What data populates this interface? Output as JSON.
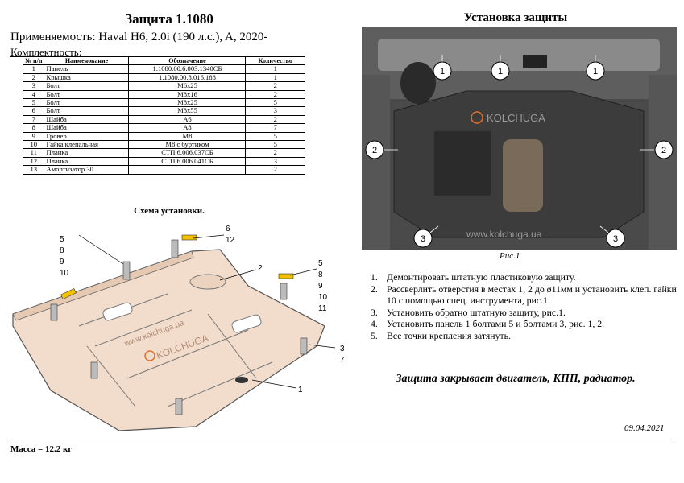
{
  "title": "Защита 1.1080",
  "applicability": "Применяемость: Haval H6, 2.0i (190 л.с.), A, 2020-",
  "kit_label": "Комплектность:",
  "table": {
    "headers": [
      "№ п/п",
      "Наименование",
      "Обозначение",
      "Количество"
    ],
    "rows": [
      [
        "1",
        "Панель",
        "1.1080.00.6.003.1340СБ",
        "1"
      ],
      [
        "2",
        "Крышка",
        "1.1080.00.8.016.188",
        "1"
      ],
      [
        "3",
        "Болт",
        "М6х25",
        "2"
      ],
      [
        "4",
        "Болт",
        "М8х16",
        "2"
      ],
      [
        "5",
        "Болт",
        "М8х25",
        "5"
      ],
      [
        "6",
        "Болт",
        "М8х55",
        "3"
      ],
      [
        "7",
        "Шайба",
        "А6",
        "2"
      ],
      [
        "8",
        "Шайба",
        "А8",
        "7"
      ],
      [
        "9",
        "Гровер",
        "М8",
        "5"
      ],
      [
        "10",
        "Гайка клепальная",
        "М8 с буртиком",
        "5"
      ],
      [
        "11",
        "Планка",
        "СТП.6.006.037СБ",
        "2"
      ],
      [
        "12",
        "Планка",
        "СТП.6.006.041СБ",
        "3"
      ],
      [
        "13",
        "Амортизатор 30",
        "",
        "2"
      ]
    ]
  },
  "scheme_title": "Схема установки.",
  "scheme_callouts": {
    "left_group": [
      "5",
      "8",
      "9",
      "10"
    ],
    "top_group": [
      "6",
      "12"
    ],
    "cover": "2",
    "right_group": [
      "5",
      "8",
      "9",
      "10",
      "11"
    ],
    "edge_group": [
      "3",
      "7"
    ],
    "panel": "1",
    "watermark_url": "www.kolchuga.ua",
    "logo": "KOLCHUGA"
  },
  "install_title": "Установка защиты",
  "photo": {
    "markers": [
      "1",
      "1",
      "1",
      "2",
      "2",
      "3",
      "3"
    ],
    "watermark_logo": "KOLCHUGA",
    "watermark_url": "www.kolchuga.ua"
  },
  "figure_caption": "Рис.1",
  "steps": [
    {
      "n": "1.",
      "text": "Демонтировать штатную пластиковую защиту."
    },
    {
      "n": "2.",
      "text": "Рассверлить отверстия в местах 1, 2 до ø11мм и установить клеп. гайки 10 с помощью спец. инструмента, рис.1."
    },
    {
      "n": "3.",
      "text": "Установить обратно штатную защиту, рис.1."
    },
    {
      "n": "4.",
      "text": "Установить панель 1 болтами 5 и болтами 3, рис. 1, 2."
    },
    {
      "n": "5.",
      "text": "Все точки крепления затянуть."
    }
  ],
  "covers_note": "Защита закрывает двигатель, КПП, радиатор.",
  "date": "09.04.2021",
  "mass": "Масса = 12.2 кг",
  "colors": {
    "panel_fill": "#f2dccb",
    "panel_stroke": "#555555",
    "bracket": "#f2c200",
    "photo_bg": "#4a4a4a",
    "accent_logo": "#e07030"
  }
}
